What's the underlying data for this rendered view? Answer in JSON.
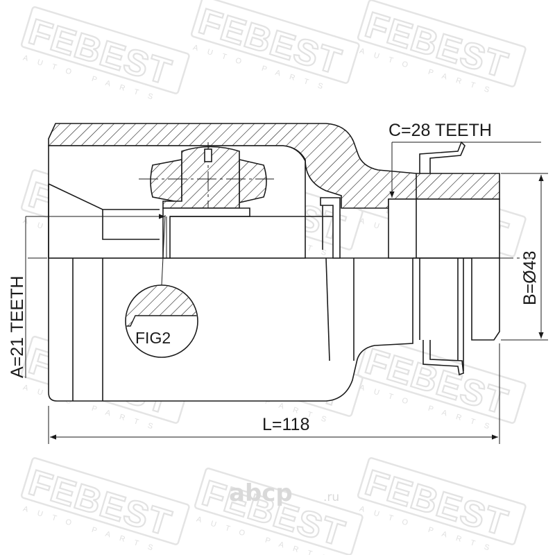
{
  "watermark": {
    "brand": "FEBEST",
    "tagline": "AUTO PARTS"
  },
  "labels": {
    "teeth_c": "C=28 TEETH",
    "teeth_a": "A=21 TEETH",
    "diameter_b": "B=Ø43",
    "length_l": "L=118",
    "detail": "FIG2"
  },
  "site_logo": {
    "name": "abcp",
    "tld": ".ru"
  }
}
